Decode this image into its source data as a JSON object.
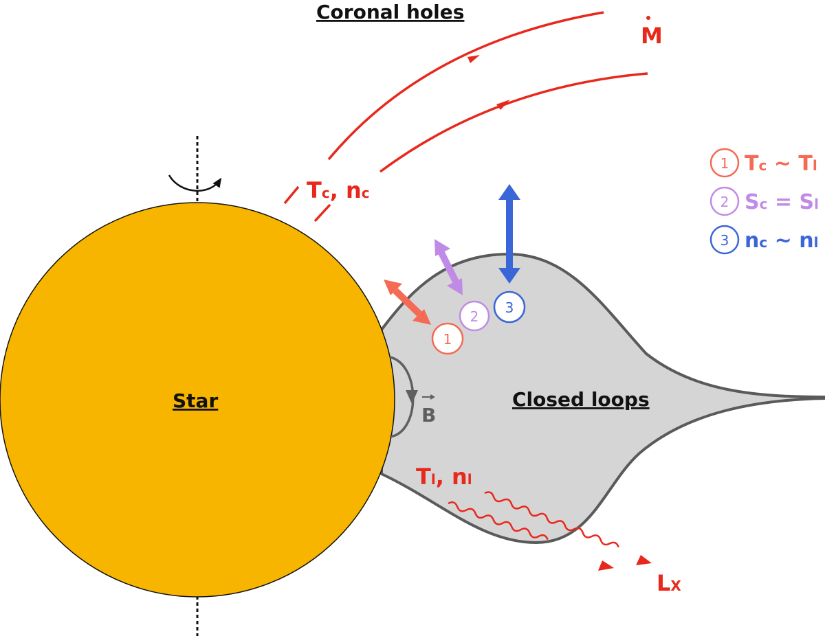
{
  "colors": {
    "star_fill": "#f7b500",
    "loop_fill": "#d6d5d6",
    "loop_stroke": "#5a5a5a",
    "wind_red": "#e8281c",
    "cond1": "#f46a54",
    "cond2": "#c08be6",
    "cond3": "#3b66d8",
    "field_gray": "#5f5f5f"
  },
  "labels": {
    "coronal_holes": "Coronal holes",
    "star": "Star",
    "closed_loops": "Closed loops",
    "mdot": "M",
    "tc": "T",
    "tc_sub": "c",
    "nc": "n",
    "nc_sub": "c",
    "comma": ",",
    "tl": "T",
    "tl_sub": "l",
    "nl": "n",
    "nl_sub": "l",
    "lx": "L",
    "lx_sub": "X",
    "b_field": "B"
  },
  "conditions": [
    {
      "num": "1",
      "lhs": "T",
      "lhs_sub": "c",
      "op": "~",
      "rhs": "T",
      "rhs_sub": "l"
    },
    {
      "num": "2",
      "lhs": "S",
      "lhs_sub": "c",
      "op": "=",
      "rhs": "S",
      "rhs_sub": "l"
    },
    {
      "num": "3",
      "lhs": "n",
      "lhs_sub": "c",
      "op": "~",
      "rhs": "n",
      "rhs_sub": "l"
    }
  ],
  "icons": [
    "rotation-arrow-icon",
    "double-arrow-icon",
    "wavy-arrow-icon",
    "vector-arrow-icon"
  ]
}
